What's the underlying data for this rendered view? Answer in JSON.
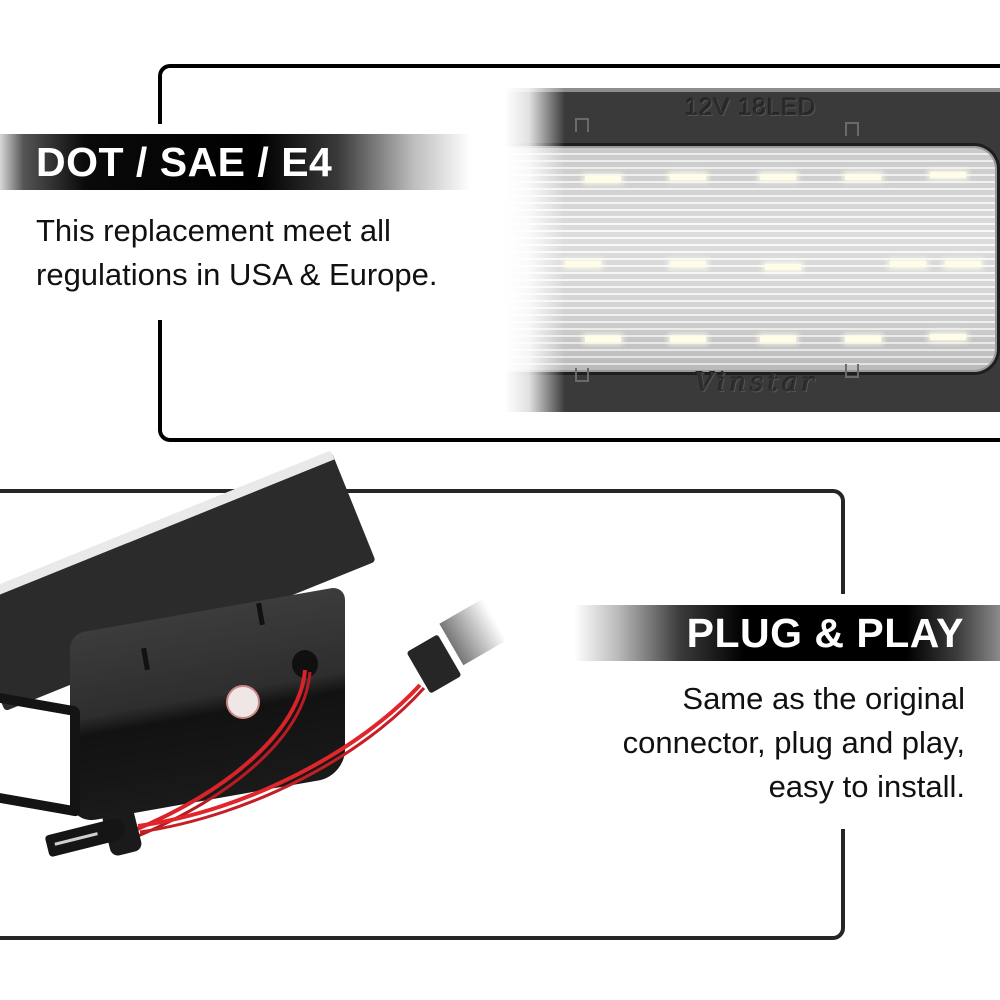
{
  "panels": [
    {
      "id": "compliance",
      "heading": "DOT / SAE / E4",
      "description_lines": [
        "This replacement meet all",
        "regulations in USA & Europe."
      ],
      "photo": {
        "subject": "LED license plate light lens close-up",
        "embossed_top": "12V 18LED",
        "embossed_bottom": "Vinstar"
      }
    },
    {
      "id": "installation",
      "heading": "PLUG & PLAY",
      "description_lines": [
        "Same as the original",
        "connector, plug and play,",
        "easy to install."
      ],
      "photo": {
        "subject": "License plate light housing with red wiring, T10 wedge plug and connector"
      }
    }
  ],
  "colors": {
    "background": "#ffffff",
    "banner": "#000000",
    "banner_text": "#ffffff",
    "body_text": "#111111",
    "frame_line": "#000000",
    "wire_red": "#e0262b"
  }
}
